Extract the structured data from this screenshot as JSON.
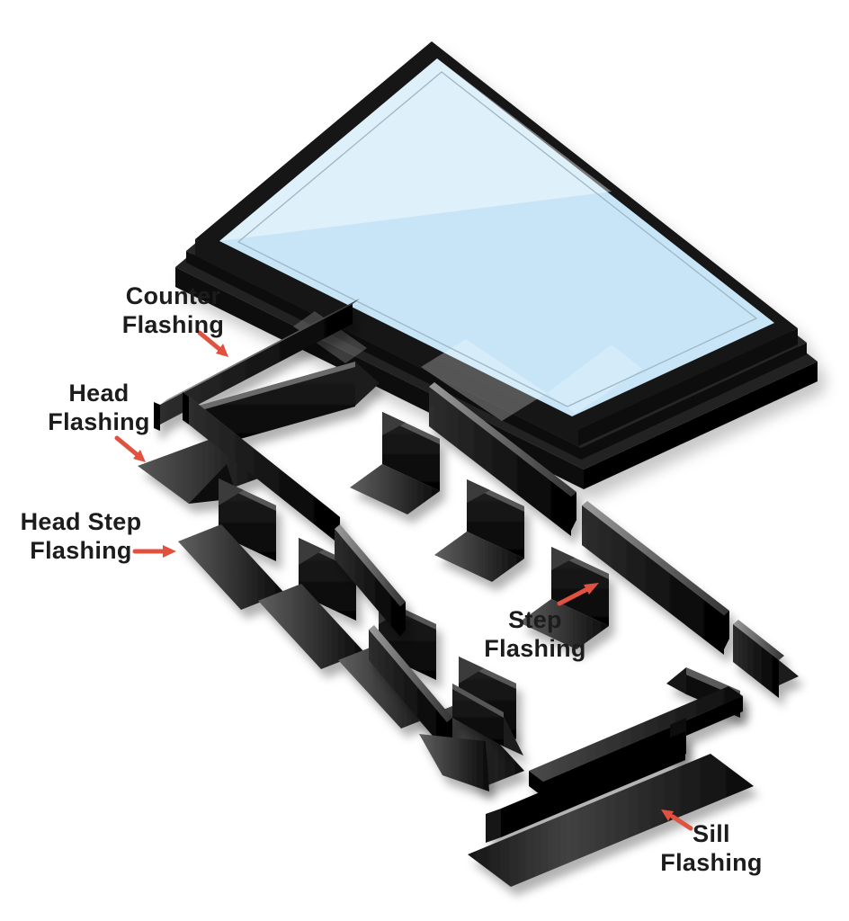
{
  "diagram": {
    "subject": "Skylight Flashing Exploded Diagram",
    "background": "#ffffff",
    "colors": {
      "accent_red": "#e0523f",
      "glass_blue": "#c7e5f7",
      "metal_black": "#0d0d0d",
      "label_text": "#1c1c1c"
    },
    "parts": [
      "Skylight",
      "Counter Flashing",
      "Head Flashing",
      "Head Step Flashing",
      "Step Flashing",
      "Sill Flashing"
    ],
    "labels": [
      {
        "id": "counter-flashing",
        "line1": "Counter",
        "line2": "Flashing"
      },
      {
        "id": "head-flashing",
        "line1": "Head",
        "line2": "Flashing"
      },
      {
        "id": "head-step-flashing",
        "line1": "Head Step",
        "line2": "Flashing"
      },
      {
        "id": "step-flashing",
        "line1": "Step",
        "line2": "Flashing"
      },
      {
        "id": "sill-flashing",
        "line1": "Sill",
        "line2": "Flashing"
      }
    ]
  }
}
